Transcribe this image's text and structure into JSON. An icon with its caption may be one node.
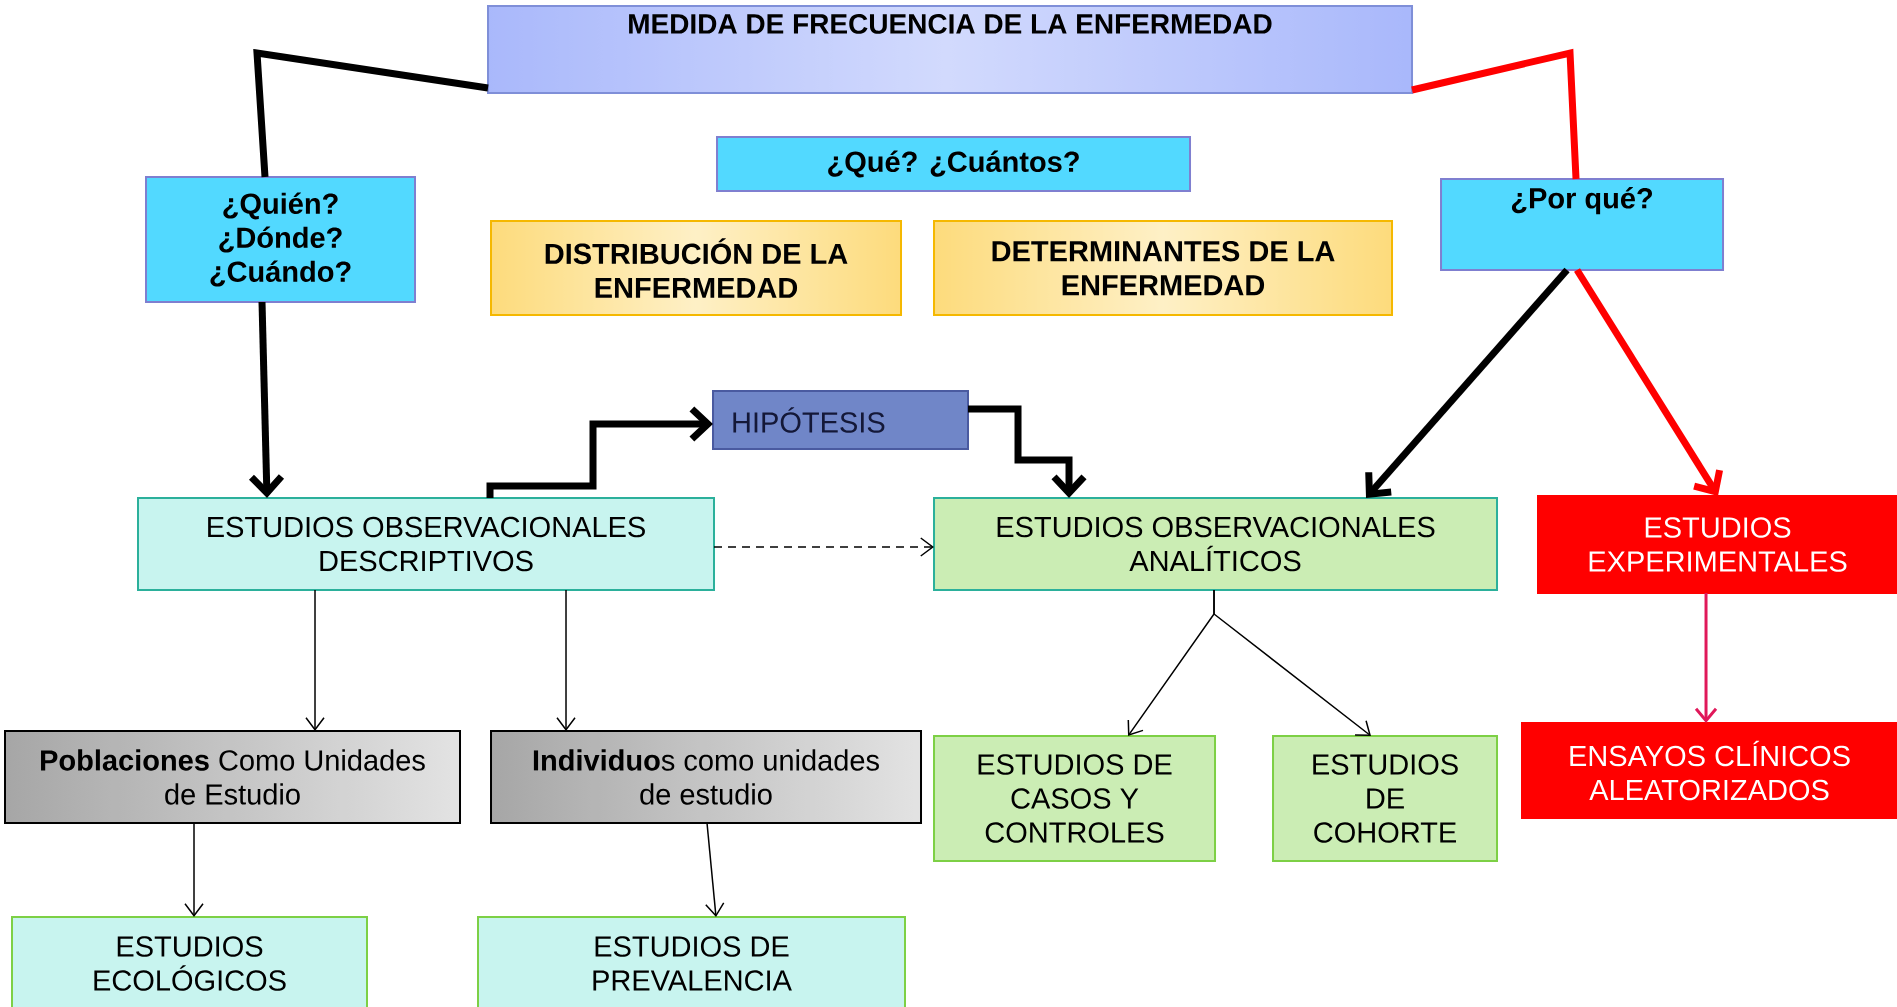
{
  "diagram": {
    "nodes": [
      {
        "text": [
          "MEDIDA DE FRECUENCIA DE LA ENFERMEDAD"
        ]
      },
      {
        "text": [
          "¿Quién? ¿Dónde? ¿Cuándo?"
        ]
      },
      {
        "text": [
          "¿Qué? ¿Cuántos?"
        ]
      },
      {
        "text": [
          "¿Por qué?"
        ]
      },
      {
        "text": [
          "DISTRIBUCIÓN DE LA ENFERMEDAD"
        ]
      },
      {
        "text": [
          "DETERMINANTES DE LA ENFERMEDAD"
        ]
      },
      {
        "text": [
          "HIPÓTESIS"
        ]
      },
      {
        "text": [
          "ESTUDIOS OBSERVACIONALES DESCRIPTIVOS"
        ]
      },
      {
        "text": [
          "ESTUDIOS OBSERVACIONALES ANALÍTICOS"
        ]
      },
      {
        "text": [
          "ESTUDIOS EXPERIMENTALES"
        ]
      },
      {
        "text": [
          "**Poblaciones** Como Unidades de Estudio"
        ]
      },
      {
        "text": [
          "**Individuo**s como unidades de estudio"
        ]
      },
      {
        "text": [
          "ESTUDIOS DE CASOS Y CONTROLES"
        ]
      },
      {
        "text": [
          "ESTUDIOS DE COHORTE"
        ]
      },
      {
        "text": [
          "ENSAYOS CLÍNICOS ALEATORIZADOS"
        ]
      },
      {
        "text": [
          "ESTUDIOS ECOLÓGICOS"
        ]
      },
      {
        "text": [
          "ESTUDIOS DE PREVALENCIA"
        ]
      }
    ],
    "edges": [
      {
        "from": 0,
        "to": 1,
        "arrow": "none",
        "style": "thick"
      },
      {
        "from": 0,
        "to": 3,
        "arrow": "none",
        "style": "thick",
        "color": "#ff0000"
      },
      {
        "from": 1,
        "to": 7,
        "arrow": "to",
        "style": "thick"
      },
      {
        "from": 7,
        "to": 6,
        "arrow": "to",
        "style": "thick"
      },
      {
        "from": 6,
        "to": 8,
        "arrow": "to",
        "style": "thick"
      },
      {
        "from": 7,
        "to": 8,
        "arrow": "to",
        "style": "dashed"
      },
      {
        "from": 3,
        "to": 8,
        "arrow": "to",
        "style": "thick"
      },
      {
        "from": 3,
        "to": 9,
        "arrow": "to",
        "style": "thick",
        "color": "#ff0000"
      },
      {
        "from": 7,
        "to": 10,
        "arrow": "to"
      },
      {
        "from": 7,
        "to": 11,
        "arrow": "to"
      },
      {
        "from": 8,
        "to": 12,
        "arrow": "to"
      },
      {
        "from": 8,
        "to": 13,
        "arrow": "to"
      },
      {
        "from": 9,
        "to": 14,
        "arrow": "to",
        "color": "#e0185a"
      },
      {
        "from": 10,
        "to": 15,
        "arrow": "to"
      },
      {
        "from": 11,
        "to": 16,
        "arrow": "to"
      }
    ]
  }
}
